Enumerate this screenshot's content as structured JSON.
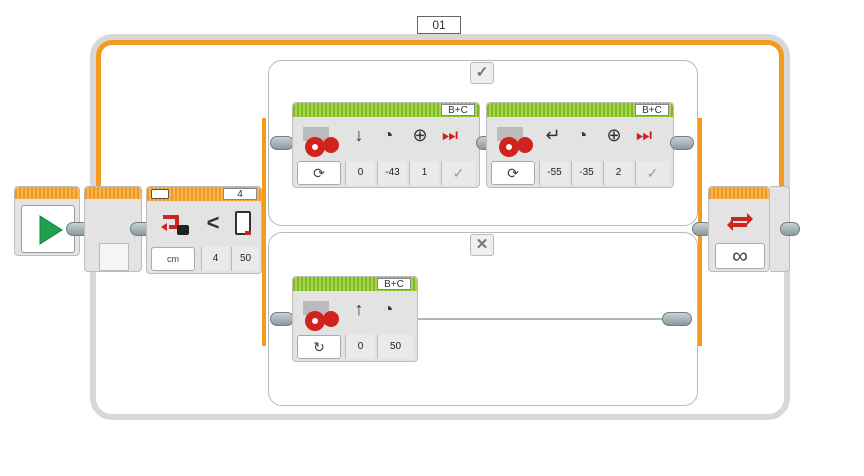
{
  "loop": {
    "label": "01",
    "end_mode_icon": "infinity-icon",
    "end_mode_glyph": "∞"
  },
  "start": {
    "icon": "play-icon"
  },
  "switch": {
    "block_label": "4",
    "sensor_icon": "ultrasonic-sensor-icon",
    "mode_icon": "centimeters-mode-icon",
    "mode_text": "cm",
    "compare_symbol": "<",
    "compare_value": "4",
    "threshold": "50",
    "true_tab": "✓",
    "false_tab": "✕"
  },
  "true_case": [
    {
      "port": "B+C",
      "steer_icon": "arrow-down-icon",
      "mode_icon": "rotations-mode-icon",
      "steering": "0",
      "power": "-43",
      "rotations": "1",
      "brake": "✓"
    },
    {
      "port": "B+C",
      "steer_icon": "arrow-turn-left-icon",
      "mode_icon": "rotations-mode-icon",
      "steering": "-55",
      "power": "-35",
      "rotations": "2",
      "brake": "✓"
    }
  ],
  "false_case": [
    {
      "port": "B+C",
      "steer_icon": "arrow-up-icon",
      "mode_icon": "on-mode-icon",
      "steering": "0",
      "power": "50"
    }
  ],
  "colors": {
    "loop_accent": "#f39a1f",
    "motor_accent": "#7dbb20",
    "start_green": "#1fa24a"
  }
}
